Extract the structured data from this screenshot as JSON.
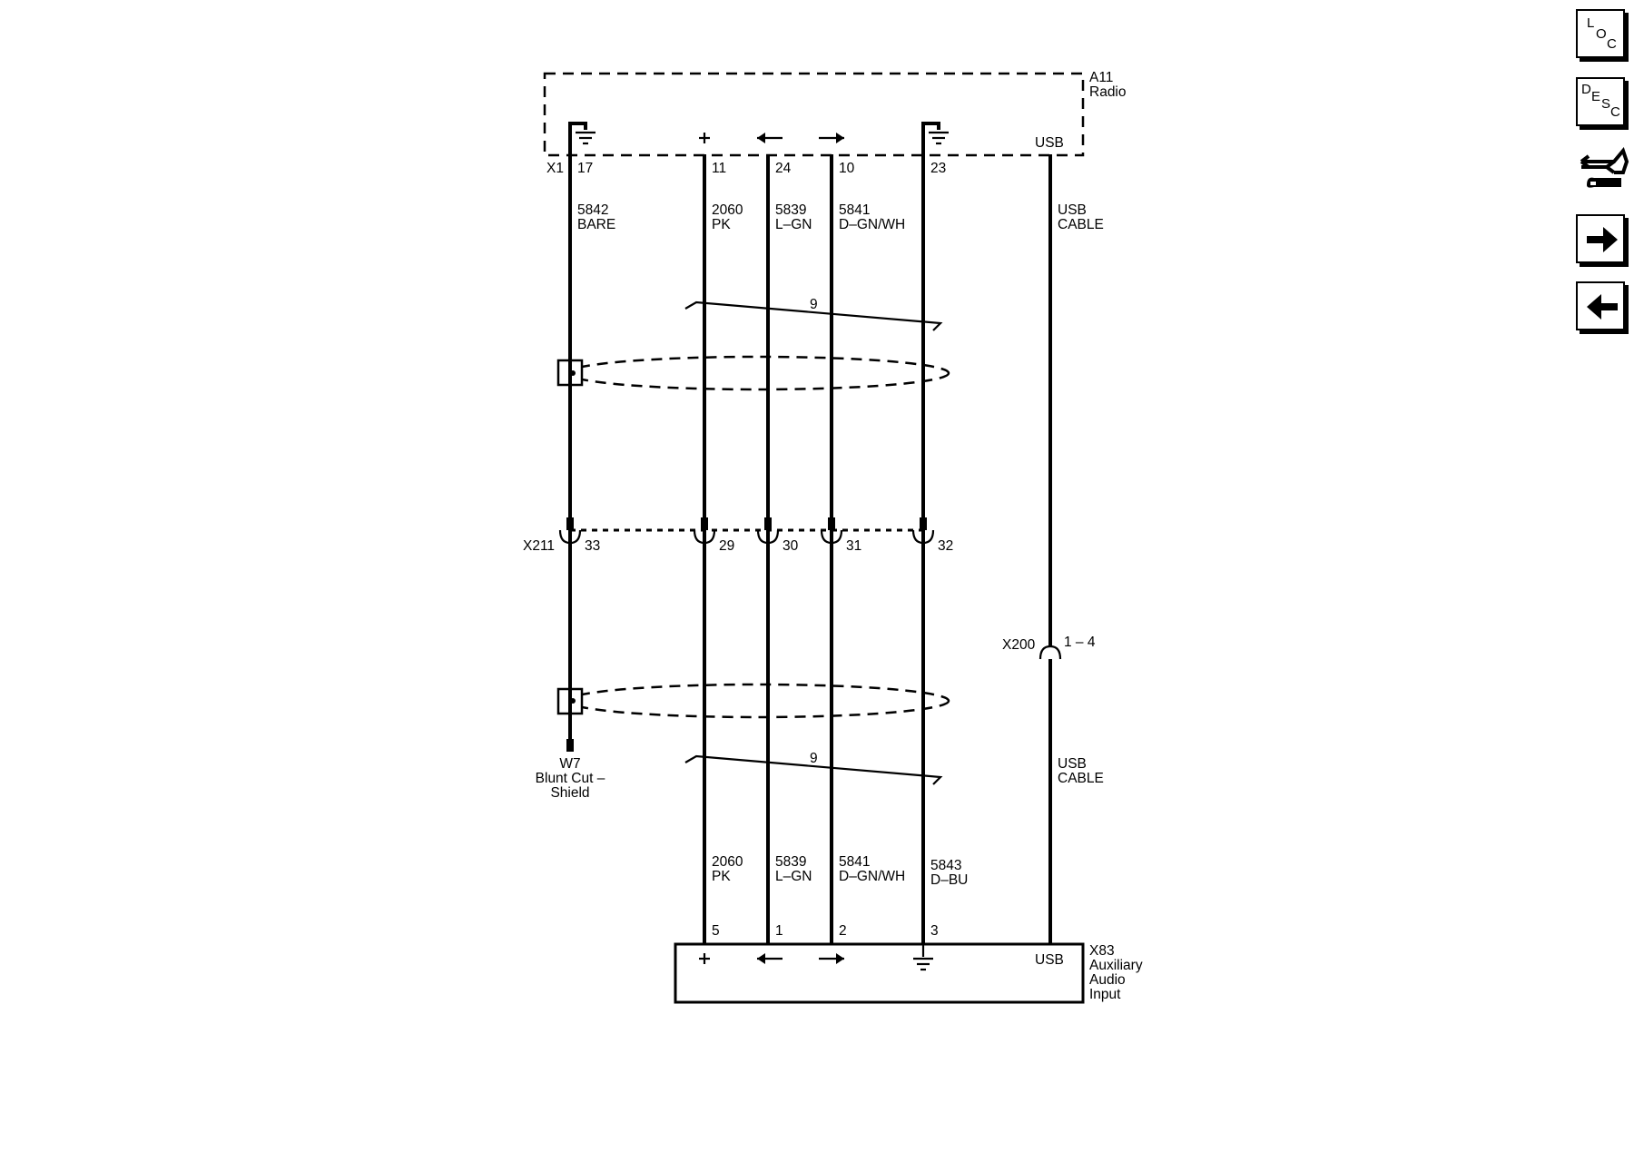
{
  "components": {
    "radio": {
      "ref": "A11",
      "name": "Radio",
      "connector": "X1",
      "usb_label": "USB"
    },
    "aux": {
      "ref": "X83",
      "line1": "Auxiliary",
      "line2": "Audio",
      "line3": "Input",
      "usb_label": "USB"
    },
    "inline_connector": {
      "ref": "X211"
    },
    "usb_connector": {
      "ref": "X200",
      "pins": "1 – 4"
    },
    "shield": {
      "ref": "W7",
      "line1": "Blunt Cut –",
      "line2": "Shield"
    }
  },
  "twisted_pair_top": {
    "label": "9"
  },
  "twisted_pair_bottom": {
    "label": "9"
  },
  "wires": [
    {
      "top_pin": "17",
      "circuit": "5842",
      "color": "BARE",
      "x211_pin": "33"
    },
    {
      "top_pin": "11",
      "circuit": "2060",
      "color": "PK",
      "x211_pin": "29",
      "bottom_circuit": "2060",
      "bottom_color": "PK",
      "bottom_pin": "5"
    },
    {
      "top_pin": "24",
      "circuit": "5839",
      "color": "L–GN",
      "x211_pin": "30",
      "bottom_circuit": "5839",
      "bottom_color": "L–GN",
      "bottom_pin": "1"
    },
    {
      "top_pin": "10",
      "circuit": "5841",
      "color": "D–GN/WH",
      "x211_pin": "31",
      "bottom_circuit": "5841",
      "bottom_color": "D–GN/WH",
      "bottom_pin": "2"
    },
    {
      "top_pin": "23",
      "x211_pin": "32",
      "bottom_circuit": "5843",
      "bottom_color": "D–BU",
      "bottom_pin": "3"
    }
  ],
  "usb_cable": {
    "top_line1": "USB",
    "top_line2": "CABLE",
    "bottom_line1": "USB",
    "bottom_line2": "CABLE"
  },
  "nav": {
    "loc": {
      "l1": "L",
      "l2": "O",
      "l3": "C"
    },
    "desc": {
      "l1": "D",
      "l2": "E",
      "l3": "S",
      "l4": "C"
    }
  }
}
